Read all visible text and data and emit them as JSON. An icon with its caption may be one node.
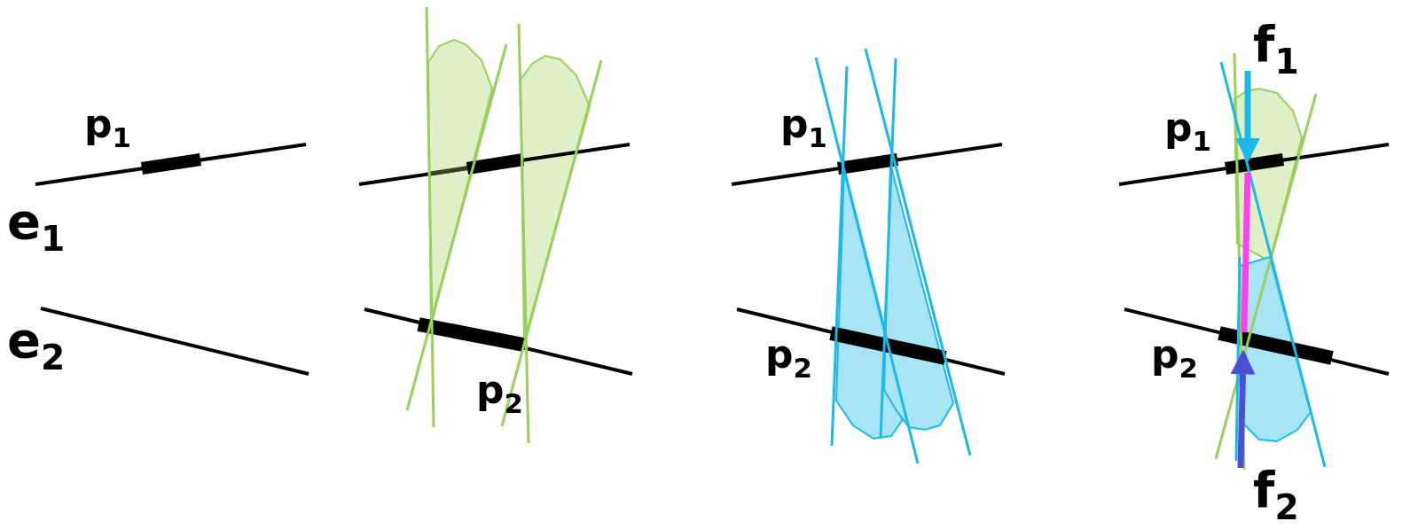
{
  "diagram": {
    "labels": [
      "p$_{1}$",
      "e$_{1}$",
      "e$_{2}$",
      "p$_{2}$",
      "p$_{1}$",
      "p$_{2}$",
      "f$_{1}$",
      "p$_{1}$",
      "p$_{2}$",
      "f$_{2}$"
    ]
  }
}
